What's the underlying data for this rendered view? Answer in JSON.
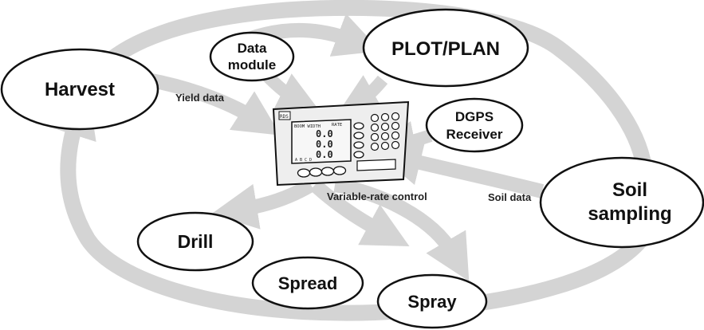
{
  "colors": {
    "flow_gray": "#d4d4d4",
    "outline": "#111111",
    "device_body": "#eeeeee",
    "lcd_screen": "#f7f7f7"
  },
  "nodes": {
    "harvest": "Harvest",
    "data_module_line1": "Data",
    "data_module_line2": "module",
    "plot_plan": "PLOT/PLAN",
    "dgps_line1": "DGPS",
    "dgps_line2": "Receiver",
    "soil_line1": "Soil",
    "soil_line2": "sampling",
    "drill": "Drill",
    "spread": "Spread",
    "spray": "Spray"
  },
  "edge_labels": {
    "yield_data": "Yield data",
    "variable_rate": "Variable-rate control",
    "soil_data": "Soil data"
  },
  "device": {
    "logo": "RDS",
    "lcd_header_left": "BOOM WIDTH",
    "lcd_header_right": "RATE",
    "lcd_value_1": "0.0",
    "lcd_value_2": "0.0",
    "lcd_value_3": "0.0",
    "lcd_footer": "A  B  C  D"
  }
}
